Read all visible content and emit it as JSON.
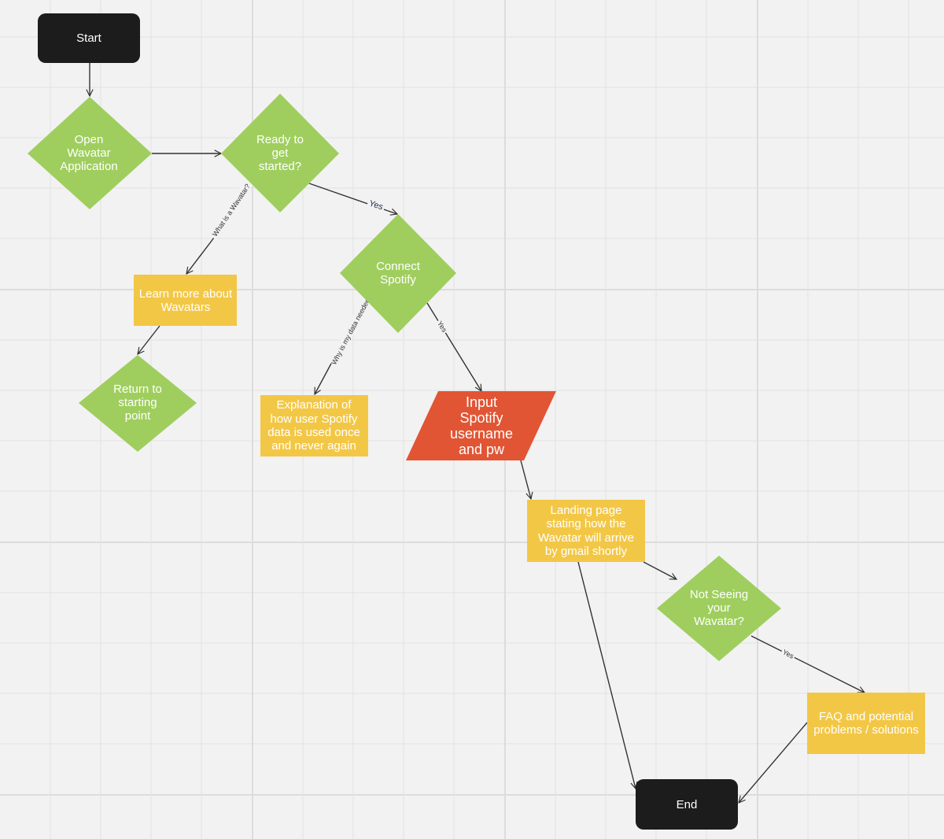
{
  "colors": {
    "terminal": "#1c1c1c",
    "decision": "#9fce5e",
    "process": "#f3c746",
    "input": "#e15534",
    "text": "#ffffff",
    "edge": "#333333",
    "background": "#f2f2f2"
  },
  "nodes": {
    "start": {
      "label": "Start"
    },
    "open_app": {
      "lines": [
        "Open",
        "Wavatar",
        "Application"
      ]
    },
    "ready": {
      "lines": [
        "Ready to",
        "get",
        "started?"
      ]
    },
    "learn_more": {
      "lines": [
        "Learn more about",
        "Wavatars"
      ]
    },
    "return_start": {
      "lines": [
        "Return to",
        "starting",
        "point"
      ]
    },
    "connect_spotify": {
      "lines": [
        "Connect",
        "Spotify"
      ]
    },
    "explanation": {
      "lines": [
        "Explanation of",
        "how user Spotify",
        "data is used once",
        "and never again"
      ]
    },
    "input_spotify": {
      "lines": [
        "Input",
        "Spotify",
        "username",
        "and pw"
      ]
    },
    "landing": {
      "lines": [
        "Landing page",
        "stating how the",
        "Wavatar will arrive",
        "by gmail shortly"
      ]
    },
    "not_seeing": {
      "lines": [
        "Not Seeing",
        "your",
        "Wavatar?"
      ]
    },
    "faq": {
      "lines": [
        "FAQ and potential",
        "problems / solutions"
      ]
    },
    "end": {
      "label": "End"
    }
  },
  "edge_labels": {
    "ready_yes": "Yes",
    "what_is": "What is a Wavatar?",
    "connect_yes": "Yes",
    "why_data": "Why is my data needed?",
    "not_seeing_yes": "Yes"
  }
}
